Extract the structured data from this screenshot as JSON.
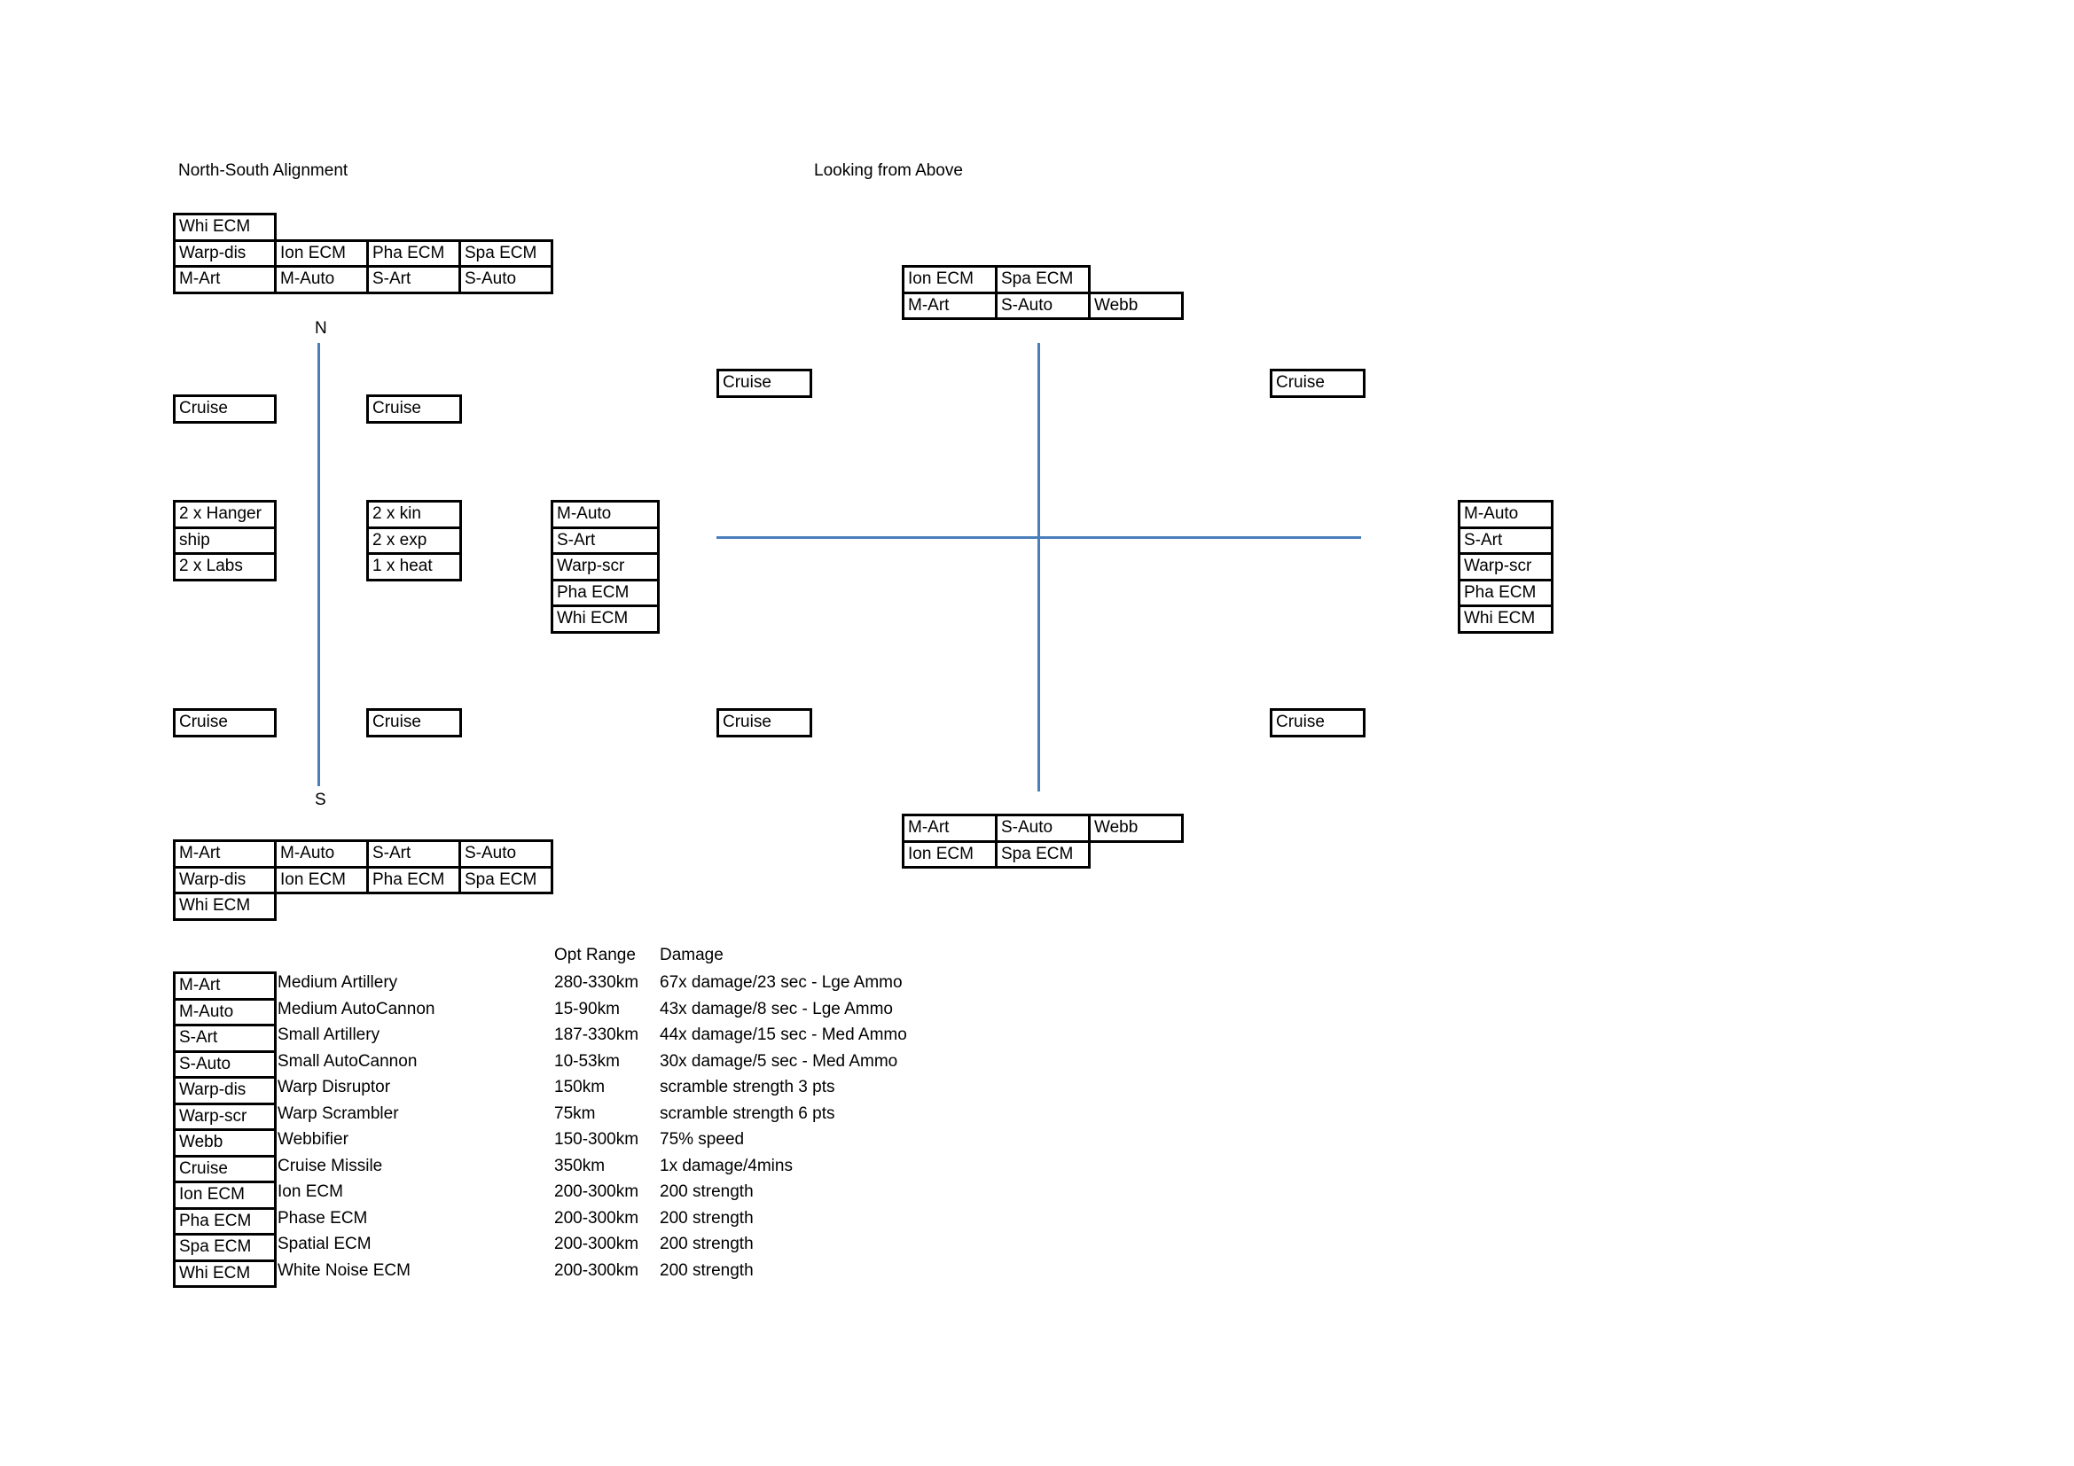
{
  "titles": {
    "north_south": "North-South Alignment",
    "above": "Looking from Above"
  },
  "compass": {
    "north": "N",
    "south": "S"
  },
  "ns_top": [
    [
      "Whi ECM"
    ],
    [
      "Warp-dis",
      "Ion ECM",
      "Pha ECM",
      "Spa ECM"
    ],
    [
      "M-Art",
      "M-Auto",
      "S-Art",
      "S-Auto"
    ]
  ],
  "ns_bottom": [
    [
      "M-Art",
      "M-Auto",
      "S-Art",
      "S-Auto"
    ],
    [
      "Warp-dis",
      "Ion ECM",
      "Pha ECM",
      "Spa ECM"
    ],
    [
      "Whi ECM"
    ]
  ],
  "cruise": "Cruise",
  "hangar": [
    [
      "2 x Hanger"
    ],
    [
      "ship"
    ],
    [
      "2 x Labs"
    ]
  ],
  "rigs": [
    [
      "2 x kin"
    ],
    [
      "2 x exp"
    ],
    [
      "1 x heat"
    ]
  ],
  "side_stack": [
    [
      "M-Auto"
    ],
    [
      "S-Art"
    ],
    [
      "Warp-scr"
    ],
    [
      "Pha ECM"
    ],
    [
      "Whi ECM"
    ]
  ],
  "above_top": [
    [
      "Ion ECM",
      "Spa ECM"
    ],
    [
      "M-Art",
      "S-Auto",
      "Webb"
    ]
  ],
  "above_bottom": [
    [
      "M-Art",
      "S-Auto",
      "Webb"
    ],
    [
      "Ion ECM",
      "Spa ECM"
    ]
  ],
  "legend": {
    "header_range": "Opt Range",
    "header_damage": "Damage",
    "rows": [
      {
        "code": "M-Art",
        "name": "Medium Artillery",
        "range": "280-330km",
        "damage": "67x damage/23 sec - Lge Ammo"
      },
      {
        "code": "M-Auto",
        "name": "Medium AutoCannon",
        "range": "15-90km",
        "damage": "43x damage/8 sec - Lge Ammo"
      },
      {
        "code": "S-Art",
        "name": "Small Artillery",
        "range": "187-330km",
        "damage": "44x damage/15 sec - Med Ammo"
      },
      {
        "code": "S-Auto",
        "name": "Small AutoCannon",
        "range": "10-53km",
        "damage": "30x damage/5 sec - Med Ammo"
      },
      {
        "code": "Warp-dis",
        "name": "Warp Disruptor",
        "range": "150km",
        "damage": "scramble strength 3 pts"
      },
      {
        "code": "Warp-scr",
        "name": "Warp Scrambler",
        "range": "75km",
        "damage": "scramble strength 6 pts"
      },
      {
        "code": "Webb",
        "name": "Webbifier",
        "range": "150-300km",
        "damage": "75% speed"
      },
      {
        "code": "Cruise",
        "name": "Cruise Missile",
        "range": "350km",
        "damage": "1x damage/4mins"
      },
      {
        "code": "Ion ECM",
        "name": "Ion ECM",
        "range": "200-300km",
        "damage": "200 strength"
      },
      {
        "code": "Pha ECM",
        "name": "Phase ECM",
        "range": "200-300km",
        "damage": "200 strength"
      },
      {
        "code": "Spa ECM",
        "name": "Spatial ECM",
        "range": "200-300km",
        "damage": "200 strength"
      },
      {
        "code": "Whi ECM",
        "name": "White Noise ECM",
        "range": "200-300km",
        "damage": "200 strength"
      }
    ]
  },
  "colors": {
    "axis_line": "#4a7ebb",
    "border": "#000000"
  }
}
